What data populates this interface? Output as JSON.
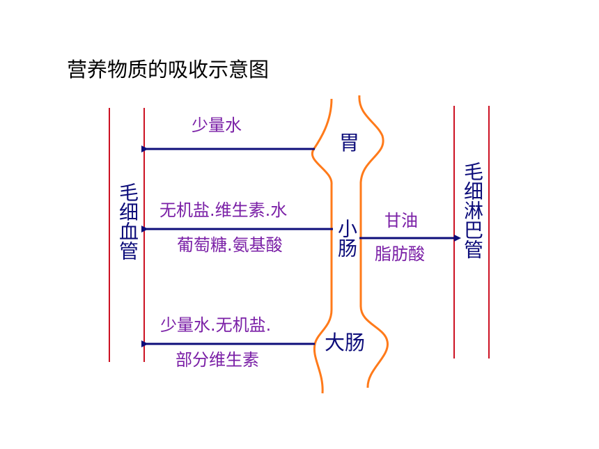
{
  "title": "营养物质的吸收示意图",
  "colors": {
    "vessel": "#cc1122",
    "tract": "#ff7a1a",
    "arrow": "#0d0d7a",
    "substance_text": "#7a1fa6",
    "organ_text": "#0d0d7a"
  },
  "vessels": {
    "blood_capillary": "毛细血管",
    "lymph_capillary": "毛细淋巴管"
  },
  "organs": {
    "stomach": "胃",
    "small_intestine": "小肠",
    "large_intestine": "大肠"
  },
  "absorbed": {
    "stomach_to_blood": "少量水",
    "small_to_blood_line1": "无机盐.维生素.水",
    "small_to_blood_line2": "葡萄糖.氨基酸",
    "small_to_lymph_line1": "甘油",
    "small_to_lymph_line2": "脂肪酸",
    "large_to_blood_line1": "少量水.无机盐.",
    "large_to_blood_line2": "部分维生素"
  }
}
